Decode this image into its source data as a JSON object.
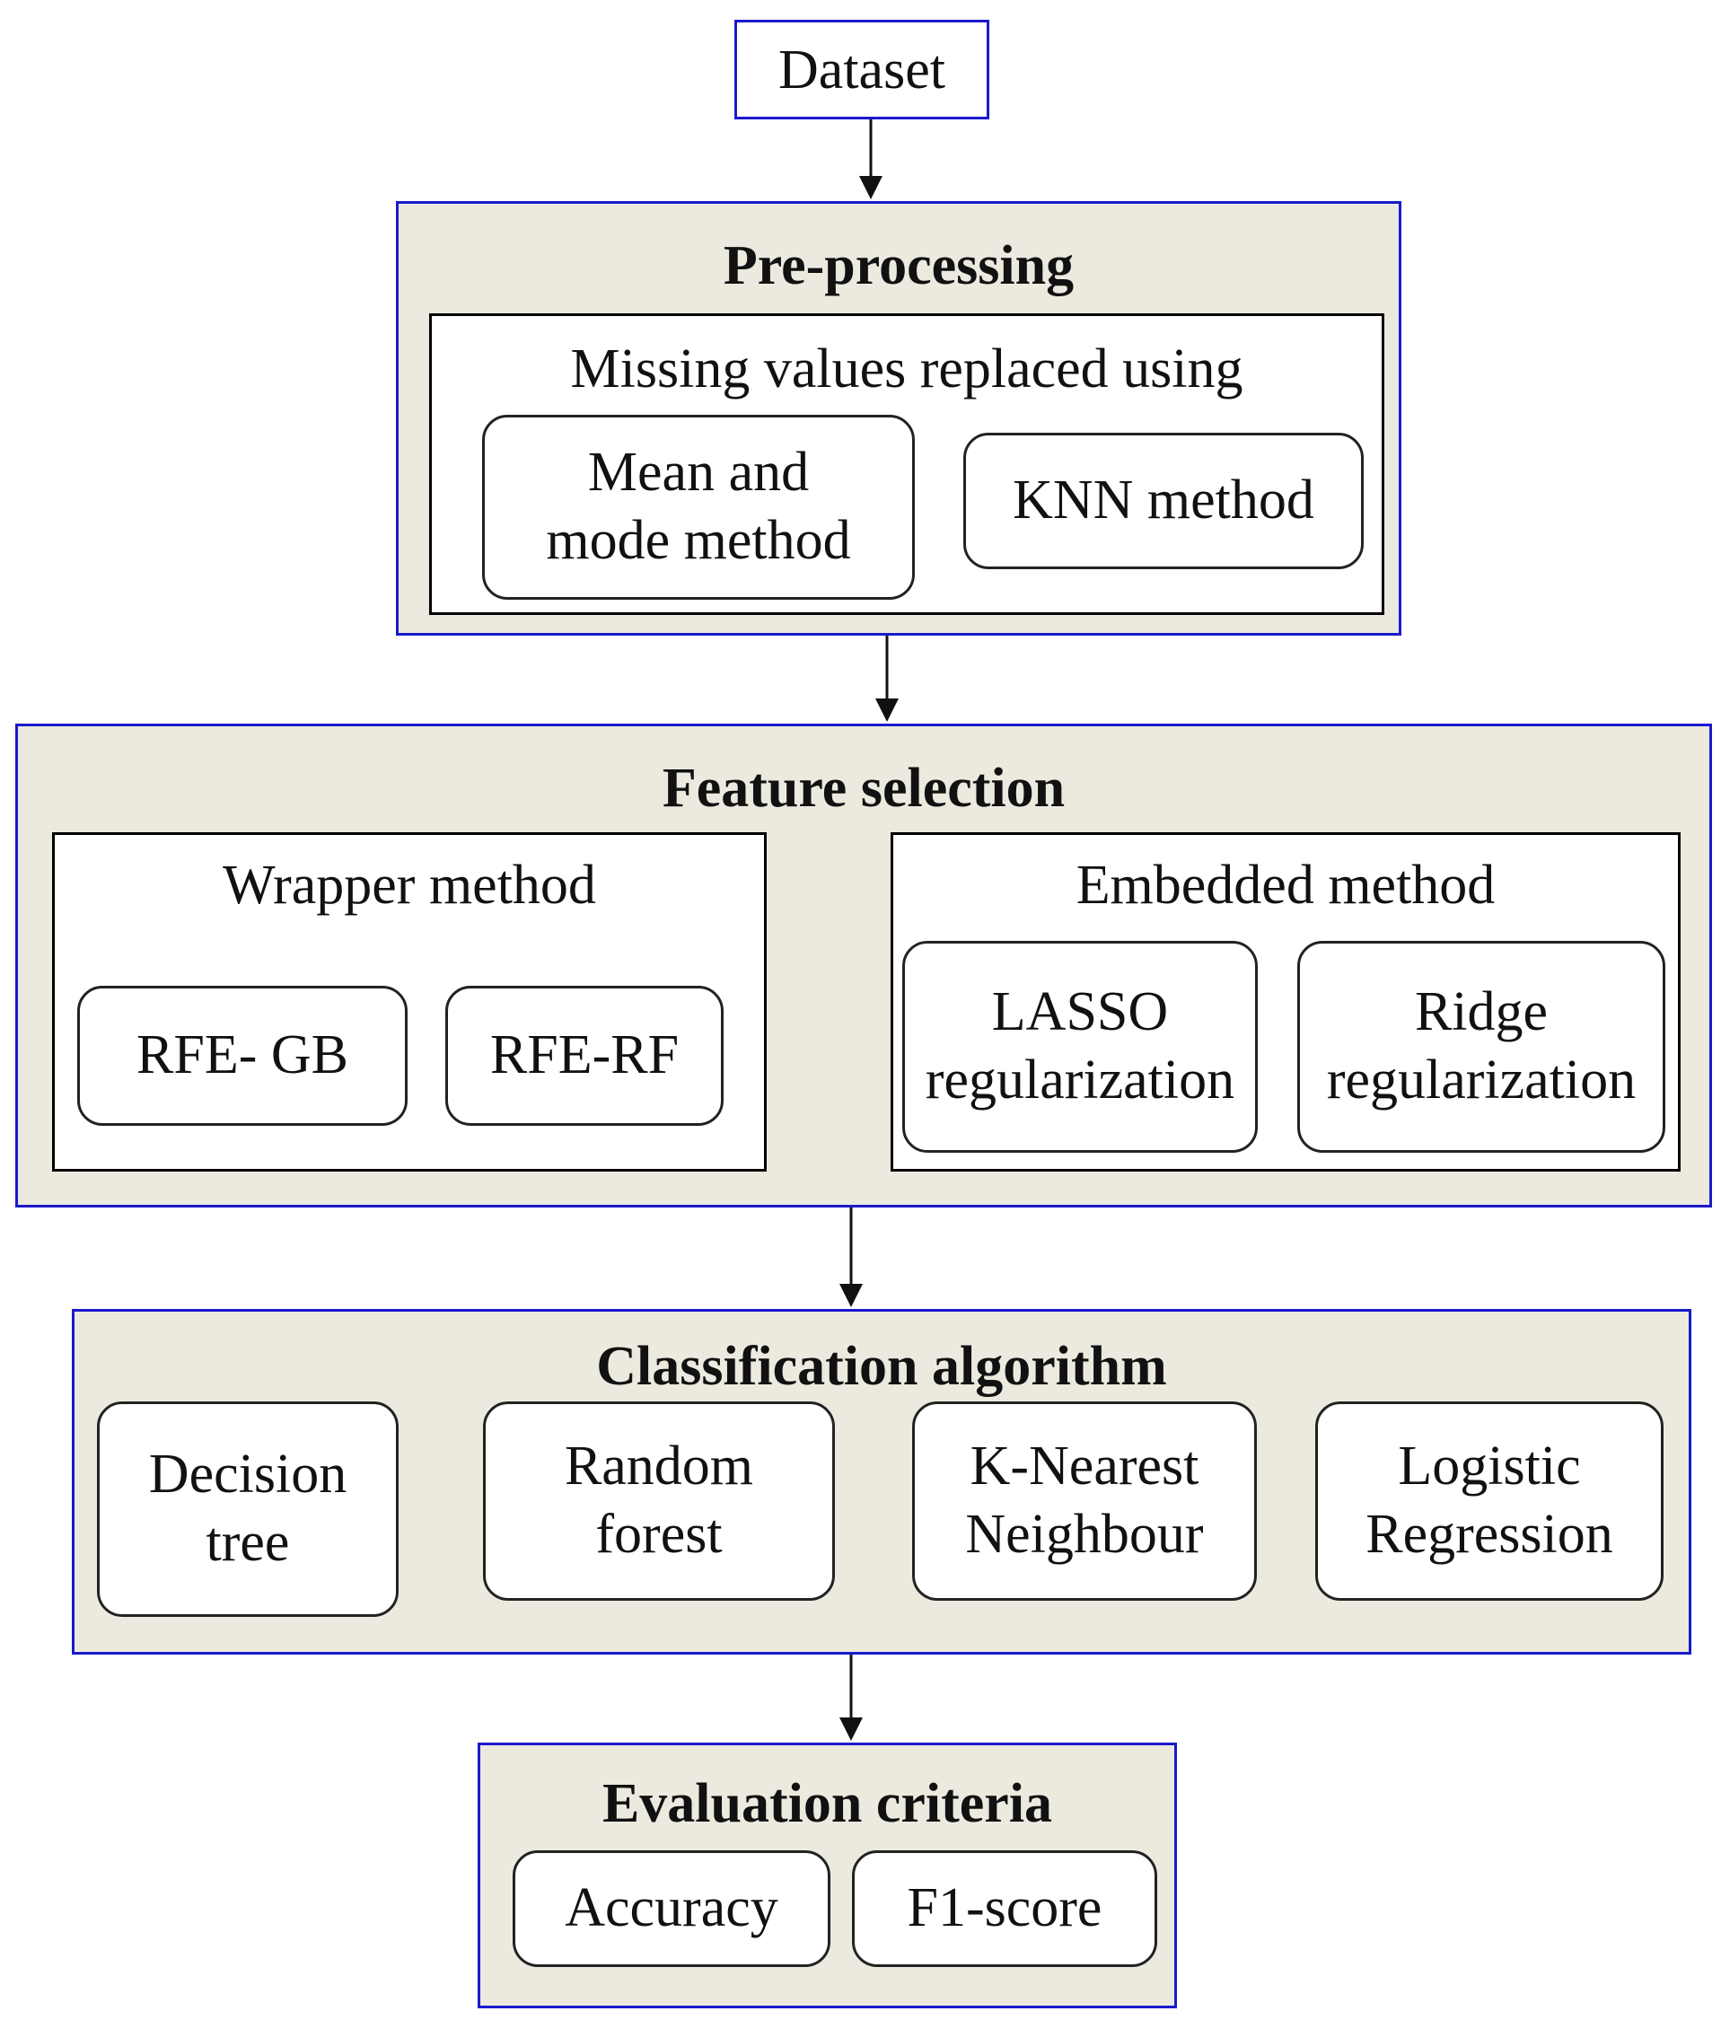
{
  "dataset": {
    "label": "Dataset"
  },
  "preprocessing": {
    "title": "Pre-processing",
    "subtitle": "Missing values replaced using",
    "methods": [
      "Mean and\nmode method",
      "KNN method"
    ]
  },
  "feature_selection": {
    "title": "Feature selection",
    "wrapper": {
      "title": "Wrapper method",
      "methods": [
        "RFE- GB",
        "RFE-RF"
      ]
    },
    "embedded": {
      "title": "Embedded method",
      "methods": [
        "LASSO\nregularization",
        "Ridge\nregularization"
      ]
    }
  },
  "classification": {
    "title": "Classification algorithm",
    "algorithms": [
      "Decision\ntree",
      "Random\nforest",
      "K-Nearest\nNeighbour",
      "Logistic\nRegression"
    ]
  },
  "evaluation": {
    "title": "Evaluation criteria",
    "metrics": [
      "Accuracy",
      "F1-score"
    ]
  },
  "colors": {
    "stage_border": "#1a1acc",
    "stage_fill": "#ece9df"
  }
}
